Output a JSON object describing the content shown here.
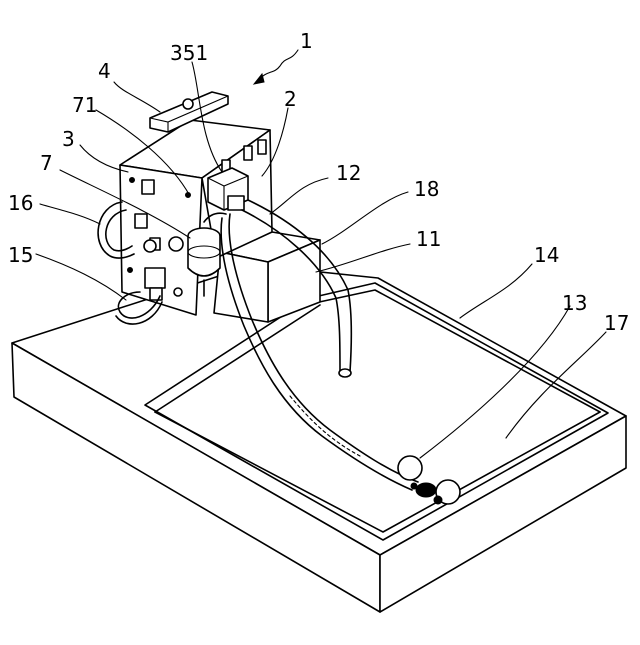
{
  "labels": {
    "n1": "1",
    "n4": "4",
    "n351": "351",
    "n71": "71",
    "n2": "2",
    "n3": "3",
    "n7": "7",
    "n12": "12",
    "n18": "18",
    "n16": "16",
    "n11": "11",
    "n15": "15",
    "n14": "14",
    "n13": "13",
    "n17": "17"
  }
}
